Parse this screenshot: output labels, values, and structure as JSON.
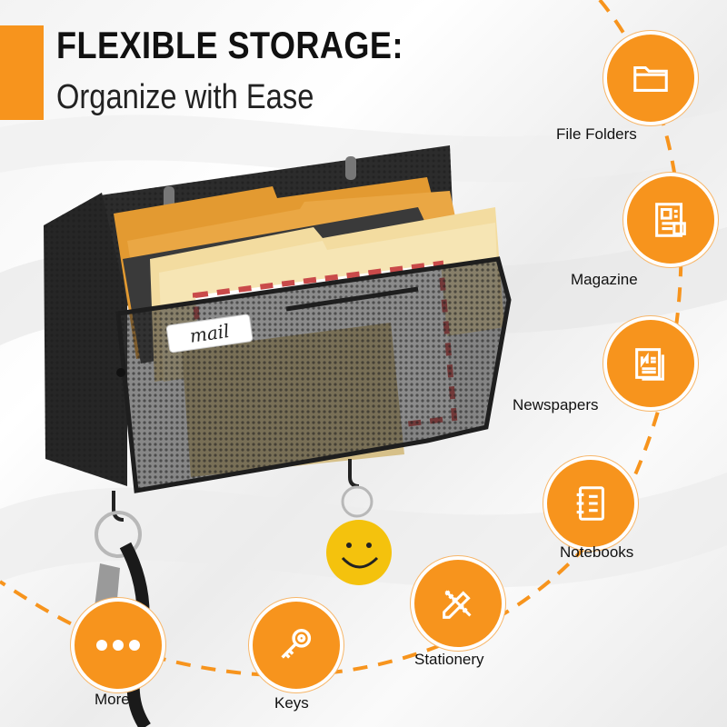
{
  "header": {
    "headline": "FLEXIBLE STORAGE:",
    "subline": "Organize with Ease"
  },
  "product": {
    "tag_label": "mail"
  },
  "categories": [
    {
      "label": "File Folders",
      "icon": "folder-icon"
    },
    {
      "label": "Magazine",
      "icon": "magazine-icon"
    },
    {
      "label": "Newspapers",
      "icon": "newspaper-icon"
    },
    {
      "label": "Notebooks",
      "icon": "notebook-icon"
    },
    {
      "label": "Stationery",
      "icon": "pencil-ruler-icon"
    },
    {
      "label": "Keys",
      "icon": "key-icon"
    },
    {
      "label": "More",
      "icon": "more-dots-icon"
    }
  ],
  "colors": {
    "accent": "#f7941d",
    "text": "#111111",
    "rack": "#2b2b2b",
    "folder_orange": "#e9a23b",
    "folder_yellow": "#f3dca0",
    "smiley": "#f4c20d"
  }
}
